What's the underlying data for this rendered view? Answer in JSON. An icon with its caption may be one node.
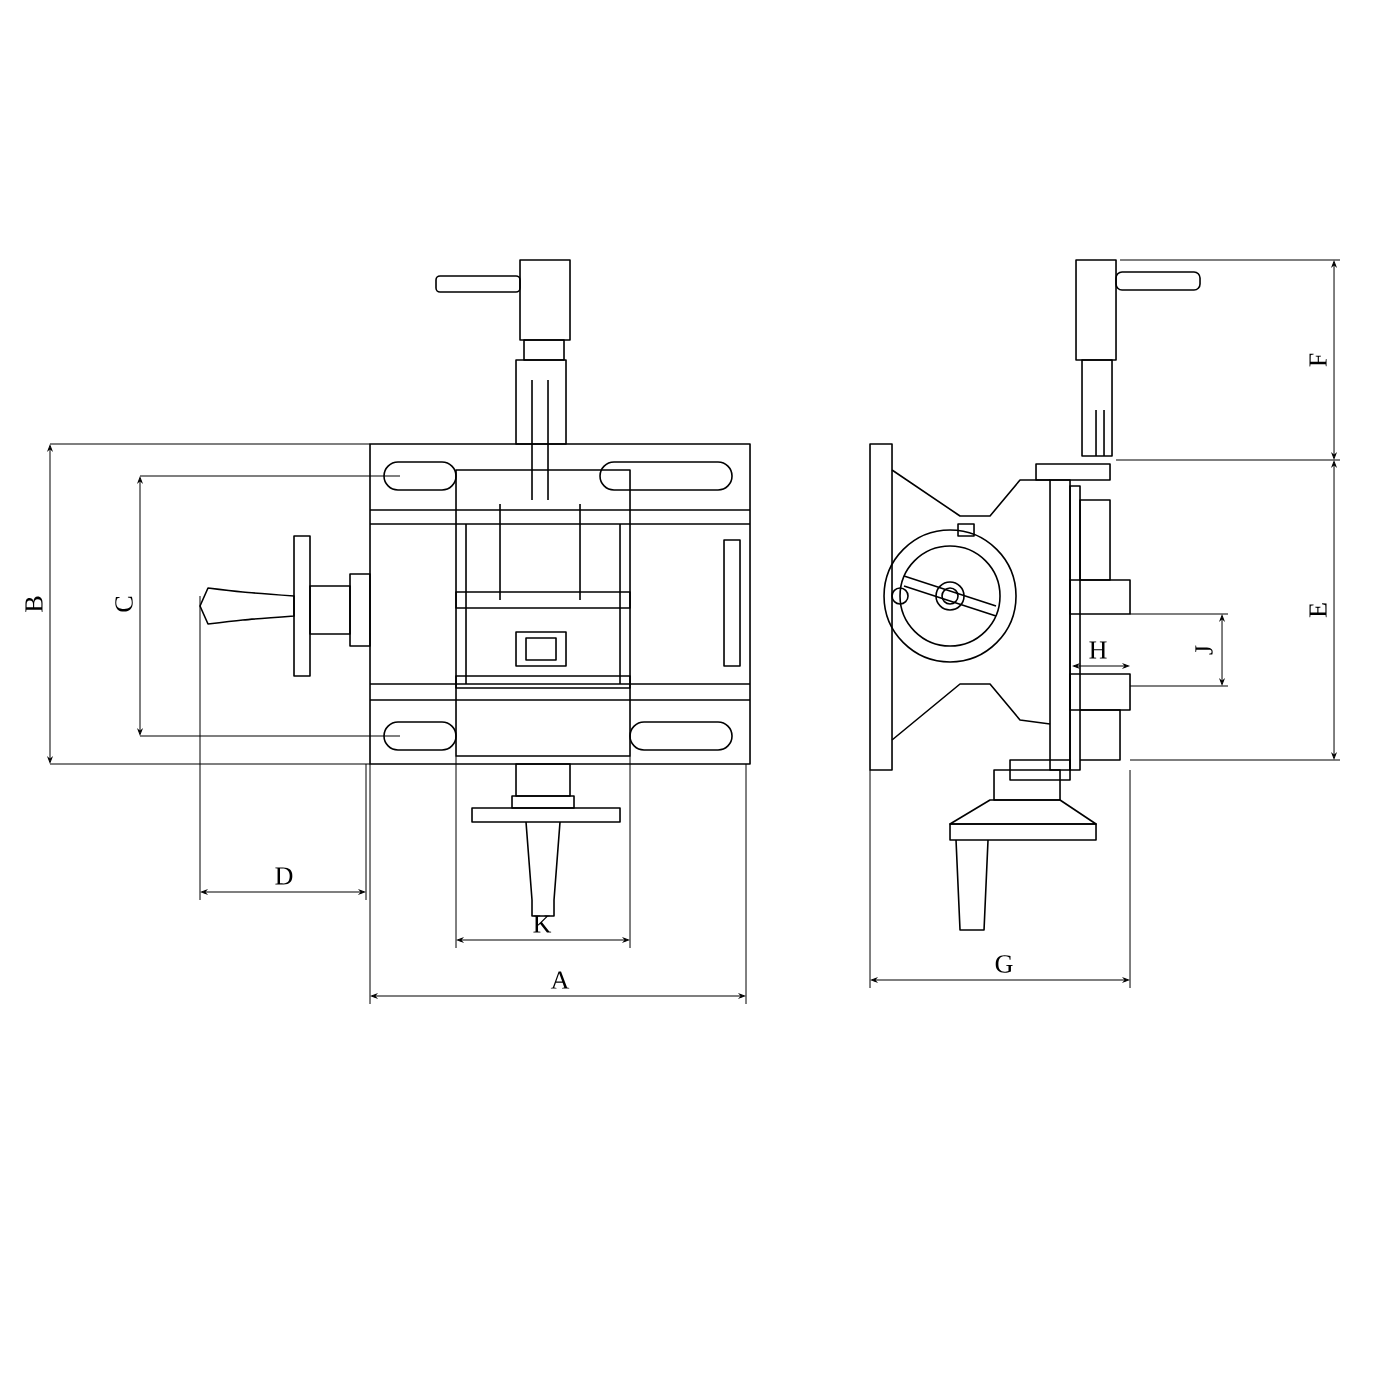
{
  "diagram": {
    "labels": [
      "F",
      "B",
      "C",
      "E",
      "H",
      "J",
      "D",
      "K",
      "A",
      "G"
    ]
  }
}
